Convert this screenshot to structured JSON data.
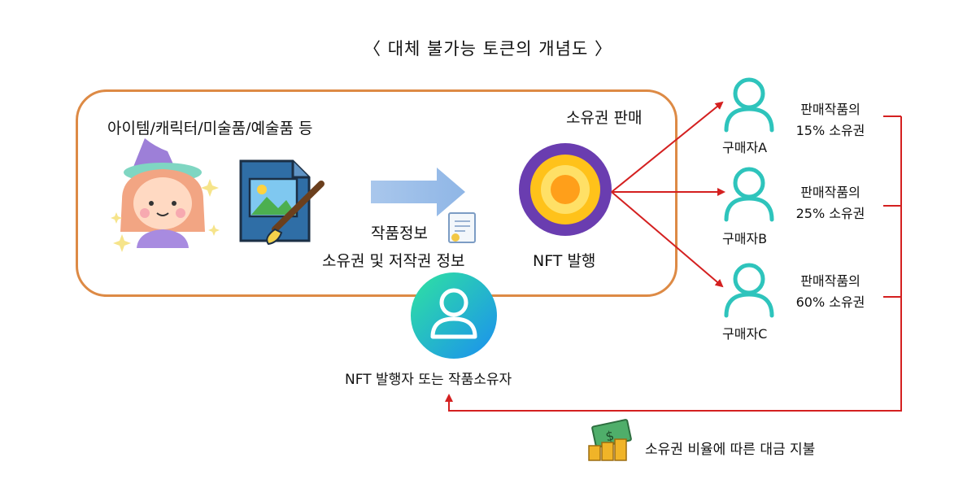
{
  "title": "〈 대체 불가능 토큰의 개념도 〉",
  "asset_types": "아이템/캐릭터/미술품/예술품 등",
  "artwork_info": "작품정보",
  "rights_info": "소유권 및 저작권 정보",
  "ownership_sale": "소유권 판매",
  "nft_issue": "NFT 발행",
  "issuer": "NFT 발행자 또는 작품소유자",
  "buyers": [
    {
      "name": "구매자A",
      "share_line1": "판매작품의",
      "share_line2": "15% 소유권"
    },
    {
      "name": "구매자B",
      "share_line1": "판매작품의",
      "share_line2": "25% 소유권"
    },
    {
      "name": "구매자C",
      "share_line1": "판매작품의",
      "share_line2": "60% 소유권"
    }
  ],
  "payment": "소유권 비율에 따른 대금 지불",
  "colors": {
    "frame": "#dd8a45",
    "arrow": "#d42020",
    "user_icon": "#2ec4bc",
    "coin_outer": "#6a3db0",
    "coin_inner": "#ffc21a"
  }
}
